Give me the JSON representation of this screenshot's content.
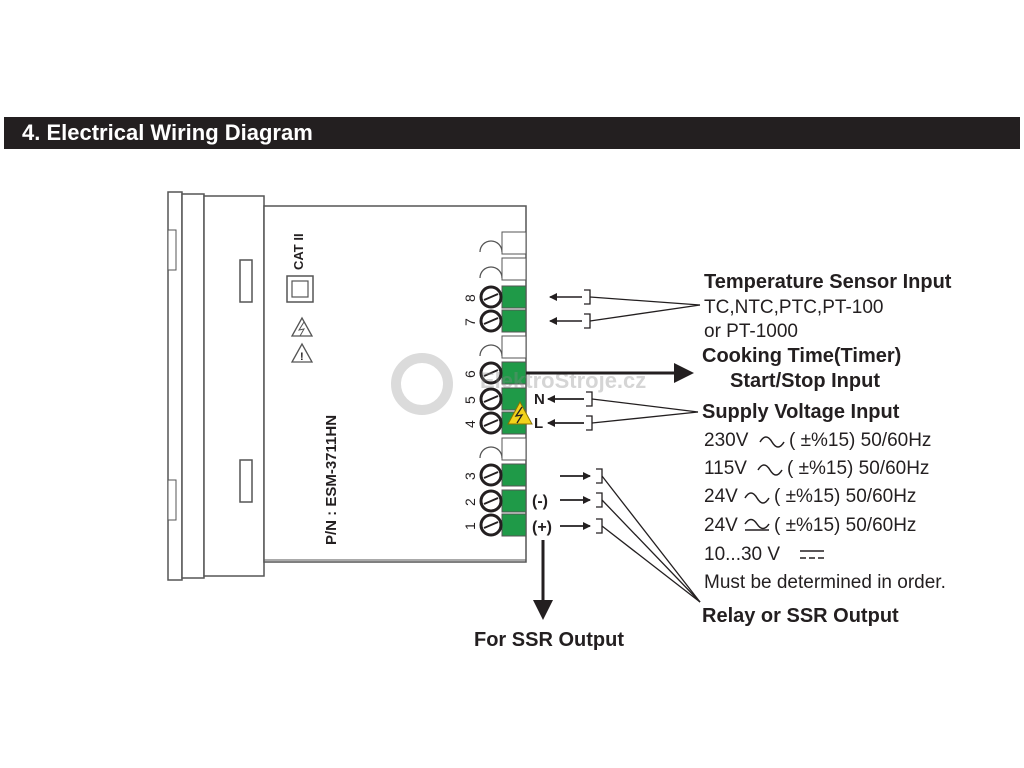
{
  "header": {
    "title": "4. Electrical Wiring Diagram"
  },
  "device": {
    "part_number": "P/N : ESM-3711HN",
    "category": "CAT II",
    "terminals": [
      "1",
      "2",
      "3",
      "4",
      "5",
      "6",
      "7",
      "8"
    ],
    "polarity_neg": "(-)",
    "polarity_pos": "(+)",
    "supply_n": "N",
    "supply_l": "L"
  },
  "watermark": {
    "text": "ElektroStroje.cz"
  },
  "labels": {
    "temp_sensor": {
      "title": "Temperature Sensor Input",
      "line1": "TC,NTC,PTC,PT-100",
      "line2": "or PT-1000"
    },
    "timer": {
      "title": "Cooking Time(Timer)",
      "line2": "Start/Stop Input"
    },
    "supply": {
      "title": "Supply Voltage Input",
      "v1": "230V",
      "v1_rest": "( ±%15) 50/60Hz",
      "v2": "115V",
      "v2_rest": "( ±%15) 50/60Hz",
      "v3": "24V",
      "v3_rest": "( ±%15) 50/60Hz",
      "v4": "24V",
      "v4_rest": "( ±%15) 50/60Hz",
      "v5": "10...30 V",
      "note": "Must be determined in order."
    },
    "relay": {
      "title": "Relay or SSR Output"
    },
    "ssr": {
      "title": "For SSR Output"
    }
  },
  "icons": [
    "ac-sine-icon",
    "ac-dc-icon",
    "dc-icon",
    "warning-icon",
    "shock-warning-icon",
    "double-insulation-icon",
    "arrow-icon"
  ],
  "colors": {
    "terminal_green": "#1f9a48",
    "header_bg": "#231f20",
    "warning_yellow": "#f2d21b"
  }
}
